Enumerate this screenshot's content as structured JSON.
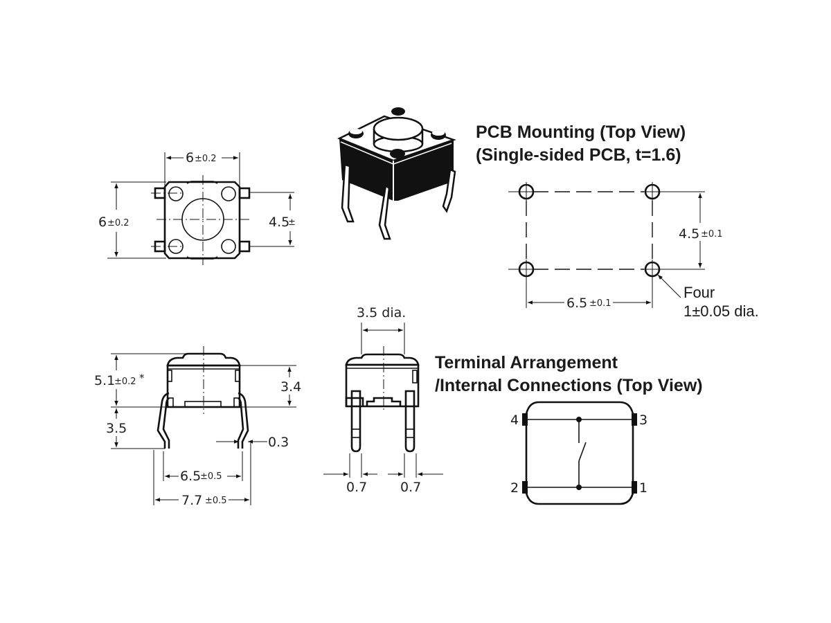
{
  "top_view": {
    "width_dim": "6",
    "width_tol": "±0.2",
    "height_dim": "6",
    "height_tol": "±0.2",
    "pin_pitch_dim": "4.5",
    "pin_pitch_tol": "±"
  },
  "iso_view": {
    "icon": "tactile-switch-isometric-icon"
  },
  "pcb_mounting": {
    "title_line1": "PCB Mounting (Top View)",
    "title_line2": "(Single-sided PCB, t=1.6)",
    "vert_dim": "4.5",
    "vert_tol": "±0.1",
    "horiz_dim": "6.5",
    "horiz_tol": "±0.1",
    "hole_note_line1": "Four",
    "hole_note_line2": "1±0.05 dia."
  },
  "side_view": {
    "total_height_dim": "5.1",
    "total_height_tol": "±0.2",
    "total_height_mark": "*",
    "body_height_dim": "3.4",
    "lead_length_dim": "3.5",
    "lead_thickness_dim": "0.3",
    "lead_pitch_dim": "6.5",
    "lead_pitch_tol": "±0.5",
    "overall_width_dim": "7.7",
    "overall_width_tol": "±0.5"
  },
  "front_view": {
    "plunger_dim": "3.5 dia.",
    "lead_width_left": "0.7",
    "lead_width_right": "0.7"
  },
  "terminal_arrangement": {
    "title_line1": "Terminal Arrangement",
    "title_line2": "/Internal Connections (Top View)",
    "pins": [
      "4",
      "3",
      "2",
      "1"
    ]
  }
}
